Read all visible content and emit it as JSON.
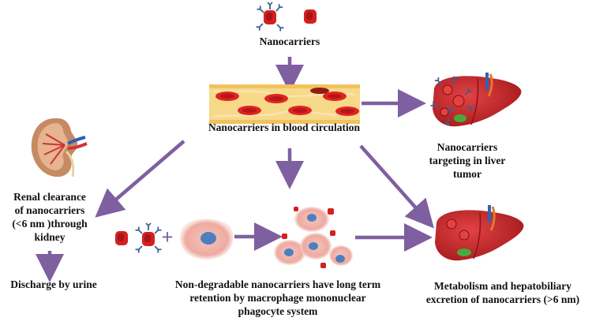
{
  "labels": {
    "nanocarriers": "Nanocarriers",
    "blood_circulation": "Nanocarriers in blood circulation",
    "liver_tumor": [
      "Nanocarriers",
      "targeting in liver",
      "tumor"
    ],
    "renal": [
      "Renal clearance",
      "of nanocarriers",
      "(<6 nm )through",
      "kidney"
    ],
    "urine": "Discharge by urine",
    "macrophage": [
      "Non-degradable nanocarriers have long term",
      "retention by macrophage mononuclear",
      "phagocyte system"
    ],
    "metabolism": [
      "Metabolism and hepatobiliary",
      "excretion of nanocarriers (>6 nm)"
    ],
    "plus": "+"
  },
  "colors": {
    "arrow": "#7e5fa0",
    "nanocarrier": "#d4201e",
    "ligand": "#3c5f93",
    "rbc": "#e02420",
    "vessel": "#f7d98a",
    "liver": "#c0282a",
    "macrophage": "#f2b8b0",
    "nucleus": "#4d7fbf",
    "kidney": "#c68b62"
  },
  "icons": [
    "nanocarrier-icon",
    "blood-vessel-icon",
    "liver-icon",
    "kidney-icon",
    "macrophage-icon",
    "macrophage-cluster-icon"
  ]
}
